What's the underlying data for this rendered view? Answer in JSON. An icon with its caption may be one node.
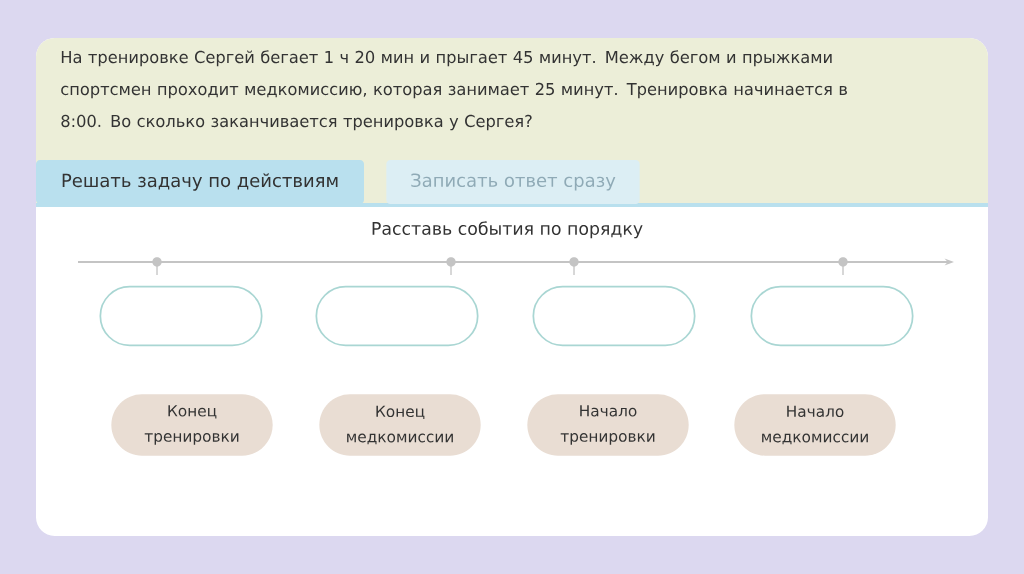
{
  "diagram": {
    "nodes": [
      {
        "text": [
          "Решать задачу по действиям"
        ]
      },
      {
        "text": [
          "Записать ответ сразу"
        ]
      },
      {
        "text": [],
        "shape": "box"
      },
      {
        "text": [],
        "shape": "box"
      },
      {
        "text": [],
        "shape": "box"
      },
      {
        "text": [],
        "shape": "box"
      },
      {
        "text": [
          "Конец тренировки"
        ]
      },
      {
        "text": [
          "Конец медкомиссии"
        ]
      },
      {
        "text": [
          "Начало тренировки"
        ]
      },
      {
        "text": [
          "Начало медкомиссии"
        ]
      }
    ],
    "labels": [
      "На тренировке Сергей бегает 1 ч 20 мин и прыгает 45 минут. Между бегом и прыжками спортсмен проходит медкомиссию, которая занимает 25 минут. Тренировка начинается в 8:00. Во сколько заканчивается тренировка у Сергея?",
      "Расставь события по порядку"
    ]
  }
}
